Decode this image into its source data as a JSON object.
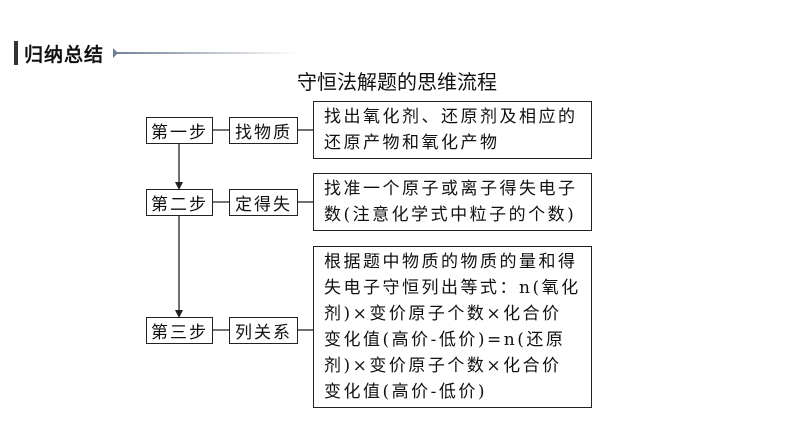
{
  "section": {
    "label": "归纳总结"
  },
  "title": "守恒法解题的思维流程",
  "steps": [
    {
      "step": "第一步",
      "action": "找物质",
      "description": "找出氧化剂、还原剂及相应的还原产物和氧化产物"
    },
    {
      "step": "第二步",
      "action": "定得失",
      "description": "找准一个原子或离子得失电子数(注意化学式中粒子的个数)"
    },
    {
      "step": "第三步",
      "action": "列关系",
      "description": "根据题中物质的物质的量和得失电子守恒列出等式：n(氧化剂)×变价原子个数×化合价变化值(高价-低价)=n(还原剂)×变价原子个数×化合价变化值(高价-低价)"
    }
  ]
}
